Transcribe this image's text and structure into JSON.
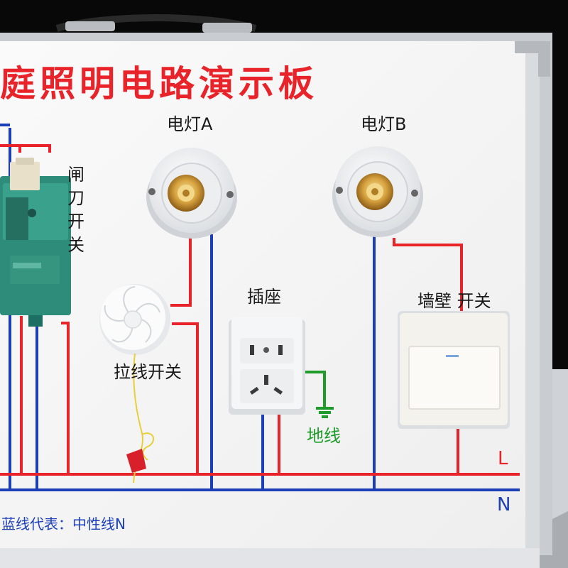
{
  "board": {
    "title": "庭照明电路演示板",
    "lamp_a_label": "电灯A",
    "lamp_b_label": "电灯B",
    "knife_switch_label": "闸刀开关",
    "socket_label": "插座",
    "wall_switch_label": "墙壁 开关",
    "pull_switch_label": "拉线开关",
    "ground_label": "地线",
    "line_L": "L",
    "line_N": "N",
    "legend_text": "蓝线代表：中性线N"
  },
  "colors": {
    "live_wire": "#e8242a",
    "neutral_wire": "#1c3fb8",
    "ground_wire": "#1f9b2a",
    "board": "#f7f7f7",
    "frame": "#c9ccd0",
    "switch_body": "#2e8c7a"
  }
}
